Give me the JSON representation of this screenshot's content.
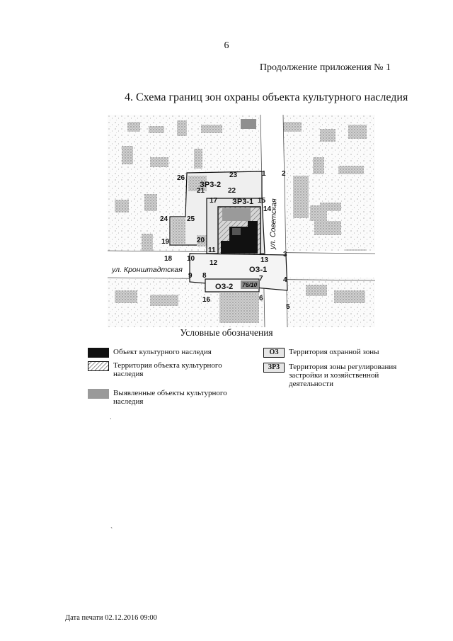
{
  "page_number": "6",
  "appendix_note": "Продолжение приложения № 1",
  "schema_title": "4. Схема границ зон охраны объекта культурного наследия",
  "map": {
    "street_west": "ул. Кронштадтская",
    "street_south": "ул. Советская",
    "zones": {
      "zr3_2": "ЗР3-2",
      "zr3_1": "ЗР3-1",
      "oz_1": "ОЗ-1",
      "oz_2": "ОЗ-2",
      "house": "76/10"
    },
    "points": [
      "1",
      "2",
      "3",
      "4",
      "5",
      "6",
      "7",
      "8",
      "9",
      "10",
      "11",
      "12",
      "13",
      "14",
      "15",
      "16",
      "17",
      "18",
      "19",
      "20",
      "21",
      "22",
      "23",
      "24",
      "25",
      "26"
    ],
    "colors": {
      "heritage_object": "#111111",
      "identified": "#9a9a9a",
      "buildings": "#c9c9c9",
      "zone_fill": "#f4f4f4"
    }
  },
  "legend": {
    "title": "Условные обозначения",
    "heritage_object": "Объект культурного наследия",
    "heritage_territory": "Территория объекта культурного наследия",
    "identified_objects": "Выявленные объекты культурного наследия",
    "protection_zone_code": "ОЗ",
    "protection_zone": "Территория охранной зоны",
    "regulation_zone_code": "ЗР3",
    "regulation_zone": "Территория зоны регулирования застройки и хозяйственной деятельности"
  },
  "print_date": "Дата печати 02.12.2016 09:00",
  "stray_marks": [
    "`",
    "·"
  ]
}
